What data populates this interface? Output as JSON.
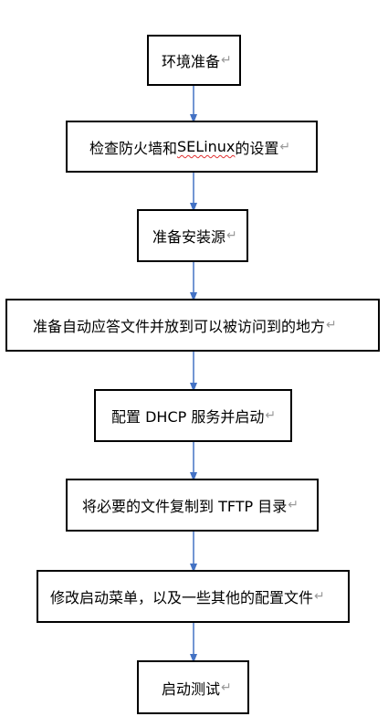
{
  "steps": [
    {
      "text": "环境准备"
    },
    {
      "text_before": "检查防火墙和 ",
      "text_flag": "SELinux",
      "text_after": " 的设置"
    },
    {
      "text": "准备安装源"
    },
    {
      "text": "准备自动应答文件并放到可以被访问到的地方"
    },
    {
      "text": "配置 DHCP 服务并启动"
    },
    {
      "text": "将必要的文件复制到 TFTP 目录"
    },
    {
      "text": "修改启动菜单，以及一些其他的配置文件"
    },
    {
      "text": "启动测试"
    }
  ],
  "paragraph_mark": "↵",
  "colors": {
    "arrow": "#4472C4",
    "border": "#000000",
    "spellcheck": "#E03030"
  }
}
